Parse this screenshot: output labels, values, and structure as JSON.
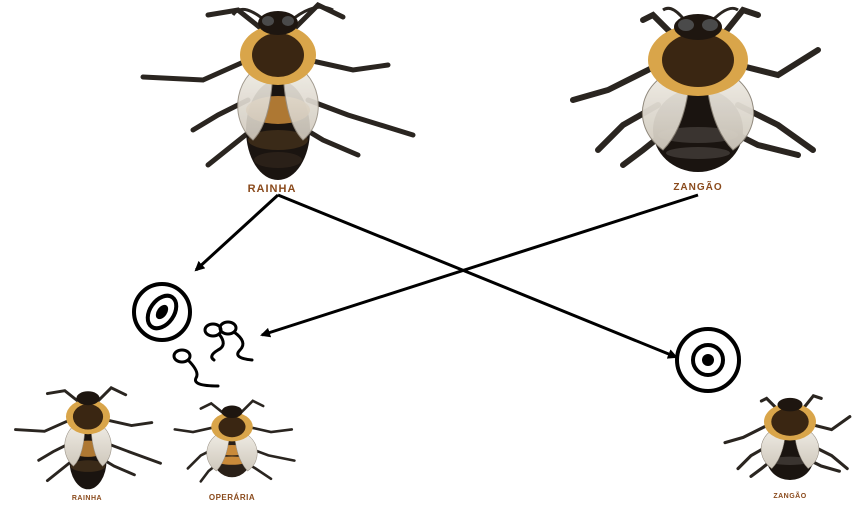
{
  "labels": {
    "queen_parent": "RAINHA",
    "drone_parent": "ZANGÃO",
    "queen_offspring": "RAINHA",
    "worker_offspring": "OPERÁRIA",
    "drone_offspring": "ZANGÃO"
  },
  "colors": {
    "label": "#8a4a1c",
    "arrow": "#000000",
    "bee_thorax": "#3a2612",
    "bee_fuzz": "#d9a54a",
    "bee_abdomen_dark": "#1a1410",
    "bee_abdomen_band": "#c98a3a",
    "wing": "#e8e4dc",
    "leg": "#2a2520"
  }
}
